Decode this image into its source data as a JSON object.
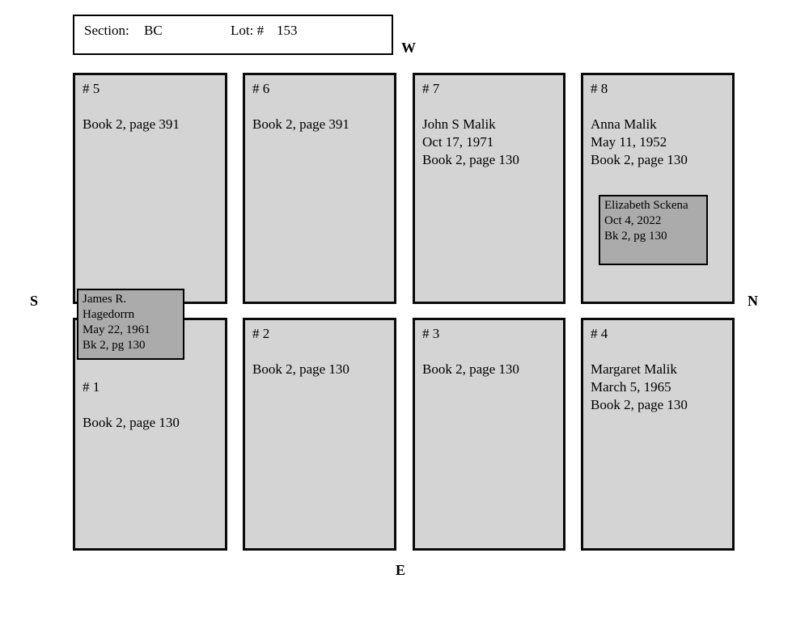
{
  "header": {
    "section_label": "Section:",
    "section_value": "BC",
    "lot_label": "Lot: #",
    "lot_value": "153"
  },
  "compass": {
    "west": "W",
    "north": "N",
    "east": "E",
    "south": "S"
  },
  "plots": [
    {
      "number": "# 5",
      "lines": [
        "Book 2, page 391"
      ]
    },
    {
      "number": "# 6",
      "lines": [
        "Book 2, page 391"
      ]
    },
    {
      "number": "# 7",
      "lines": [
        "John S Malik",
        "Oct 17, 1971",
        "Book 2, page 130"
      ]
    },
    {
      "number": "# 8",
      "lines": [
        "Anna Malik",
        "May 11, 1952",
        "Book 2, page 130"
      ]
    },
    {
      "number": "# 1",
      "lines": [
        "Book 2, page 130"
      ]
    },
    {
      "number": "# 2",
      "lines": [
        "Book 2, page 130"
      ]
    },
    {
      "number": "# 3",
      "lines": [
        "Book 2, page 130"
      ]
    },
    {
      "number": "# 4",
      "lines": [
        "Margaret Malik",
        "March 5, 1965",
        "Book 2, page 130"
      ]
    }
  ],
  "markers": [
    {
      "lines": [
        "James R.",
        "Hagedorrn",
        "May 22, 1961",
        "Bk 2, pg 130"
      ]
    },
    {
      "lines": [
        "Elizabeth Sckena",
        "Oct 4, 2022",
        "Bk 2, pg 130"
      ]
    }
  ],
  "colors": {
    "plot_fill": "#d4d4d4",
    "marker_fill": "#ababab",
    "border": "#000000",
    "background": "#ffffff"
  }
}
